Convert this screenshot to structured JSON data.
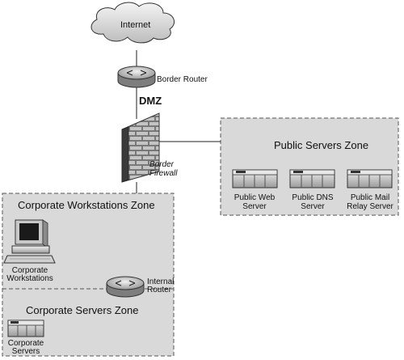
{
  "cloud": {
    "label": "Internet"
  },
  "border_router": {
    "label": "Border Router"
  },
  "dmz": {
    "label": "DMZ"
  },
  "border_firewall": {
    "label_line1": "Border",
    "label_line2": "Firewall"
  },
  "public_zone": {
    "title": "Public Servers Zone",
    "servers": [
      {
        "line1": "Public Web",
        "line2": "Server"
      },
      {
        "line1": "Public DNS",
        "line2": "Server"
      },
      {
        "line1": "Public Mail",
        "line2": "Relay Server"
      }
    ]
  },
  "workstations_zone": {
    "title": "Corporate Workstations Zone",
    "workstation": {
      "line1": "Corporate",
      "line2": "Workstations"
    },
    "internal_router": {
      "line1": "Internal",
      "line2": "Router"
    }
  },
  "servers_zone": {
    "title": "Corporate Servers Zone",
    "server": {
      "line1": "Corporate",
      "line2": "Servers"
    }
  },
  "colors": {
    "zone_fill": "#d9d9d9",
    "zone_border": "#555555",
    "line": "#222222"
  }
}
